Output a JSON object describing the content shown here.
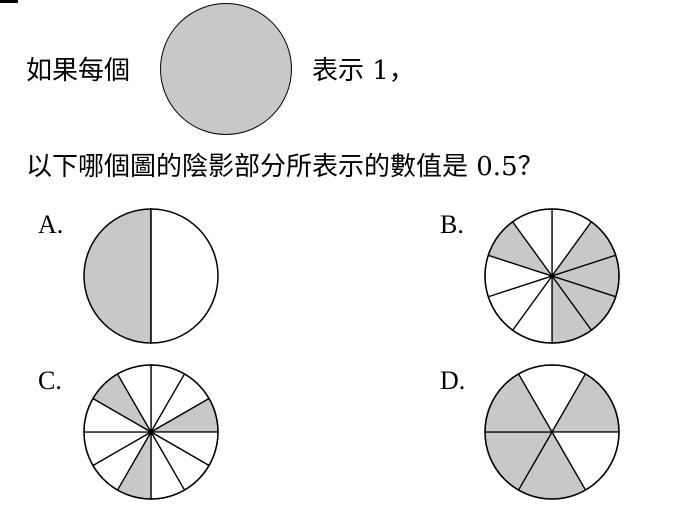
{
  "question": {
    "intro_before": "如果每個",
    "intro_after": "表示 1，",
    "prompt": "以下哪個圖的陰影部分所表示的數值是 0.5？"
  },
  "colors": {
    "shade": "#c8c8c8",
    "stroke": "#000000",
    "blank": "#ffffff"
  },
  "options": [
    {
      "label": "A.",
      "sectors": 2,
      "shaded": [
        0,
        1
      ],
      "start_deg": 180,
      "sector_deg": 180
    },
    {
      "label": "B.",
      "sectors": 10,
      "shaded": [
        1,
        2,
        3,
        4,
        8
      ],
      "start_deg": 0,
      "sector_deg": 36
    },
    {
      "label": "C.",
      "sectors": 12,
      "shaded": [
        2,
        6,
        10
      ],
      "start_deg": 0,
      "sector_deg": 30
    },
    {
      "label": "D.",
      "sectors": 6,
      "shaded": [
        3,
        4,
        5,
        1
      ],
      "start_deg": 330,
      "sector_deg": 60
    }
  ]
}
